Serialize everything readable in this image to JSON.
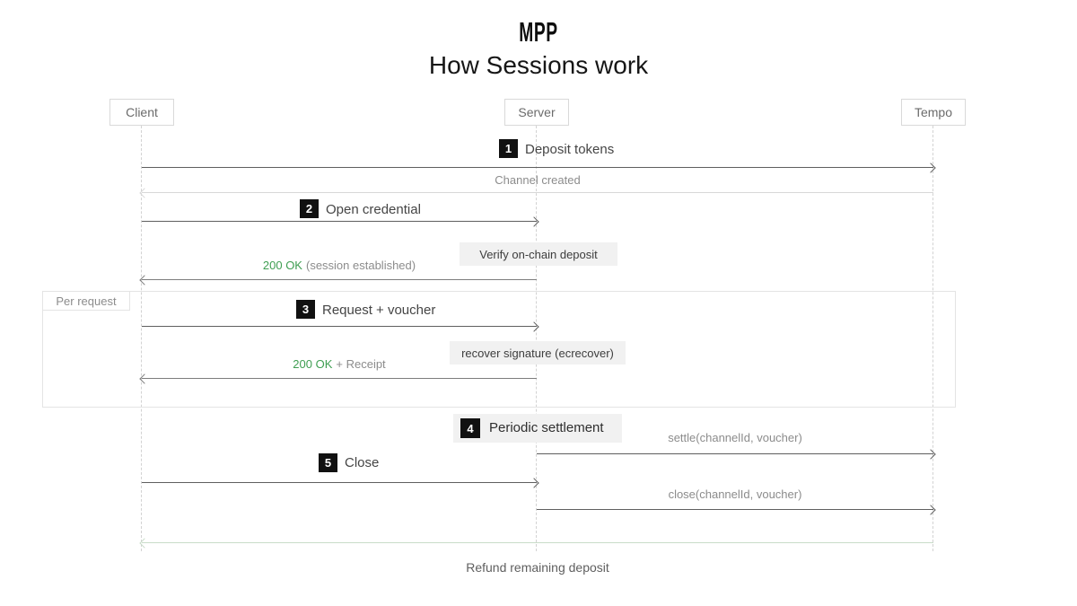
{
  "header": {
    "logo": "MPP",
    "title": "How Sessions work"
  },
  "actors": {
    "client": "Client",
    "server": "Server",
    "tempo": "Tempo"
  },
  "colors": {
    "green": "#3f9e52",
    "refund_line": "#c9dcc9",
    "badge": "#111111"
  },
  "frame": {
    "label": "Per request"
  },
  "steps": {
    "deposit": {
      "num": "1",
      "label": "Deposit tokens"
    },
    "open": {
      "num": "2",
      "label": "Open credential"
    },
    "request": {
      "num": "3",
      "label": "Request + voucher"
    },
    "settle": {
      "num": "4",
      "label": "Periodic settlement"
    },
    "close": {
      "num": "5",
      "label": "Close"
    }
  },
  "messages": {
    "channel_created": "Channel created",
    "verify_deposit": "Verify on-chain deposit",
    "session_ok": "200 OK",
    "session_ok_rest": "(session established)",
    "receipt_ok": "200 OK",
    "receipt_ok_rest": "+ Receipt",
    "recover_sig": "recover signature (ecrecover)",
    "settle_call": "settle(channelId, voucher)",
    "close_call": "close(channelId, voucher)",
    "refund": "Refund remaining deposit"
  }
}
